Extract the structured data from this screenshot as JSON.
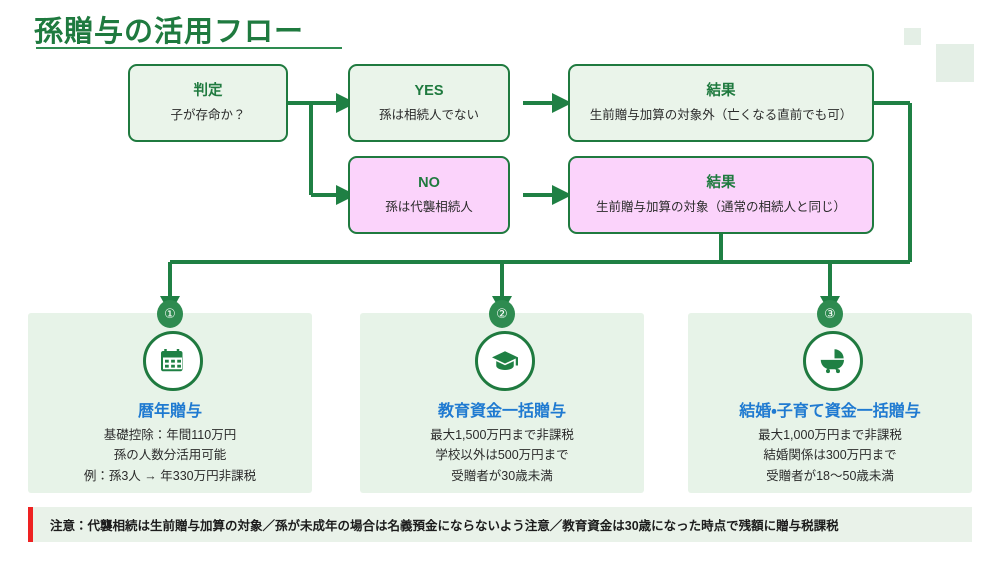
{
  "page": {
    "title": "孫贈与の活用フロー",
    "accent_green": "#1f7a3f",
    "accent_blue": "#1f7ad1",
    "accent_pink": "#fbd3fb",
    "accent_red": "#ee2222"
  },
  "flow": {
    "judge": {
      "title": "判定",
      "sub": "子が存命か？"
    },
    "yes": {
      "title": "YES",
      "sub": "孫は相続人でない"
    },
    "no": {
      "title": "NO",
      "sub": "孫は代襲相続人"
    },
    "result1": {
      "title": "結果",
      "sub": "生前贈与加算の対象外（亡くなる直前でも可）"
    },
    "result2": {
      "title": "結果",
      "sub": "生前贈与加算の対象（通常の相続人と同じ）"
    }
  },
  "cards": [
    {
      "badge": "①",
      "icon": "calendar-icon",
      "title": "暦年贈与",
      "lines": [
        "基礎控除：年間110万円",
        "孫の人数分活用可能",
        "例：孫3人 → 年330万円非課税"
      ]
    },
    {
      "badge": "②",
      "icon": "graduation-cap-icon",
      "title": "教育資金一括贈与",
      "lines": [
        "最大1,500万円まで非課税",
        "学校以外は500万円まで",
        "受贈者が30歳未満"
      ]
    },
    {
      "badge": "③",
      "icon": "stroller-icon",
      "title": "結婚・子育て資金一括贈与",
      "lines": [
        "最大1,000万円まで非課税",
        "結婚関係は300万円まで",
        "受贈者が18〜50歳未満"
      ]
    }
  ],
  "notice": {
    "text": "注意：代襲相続は生前贈与加算の対象／孫が未成年の場合は名義預金にならないよう注意／教育資金は30歳になった時点で残額に贈与税課税"
  }
}
